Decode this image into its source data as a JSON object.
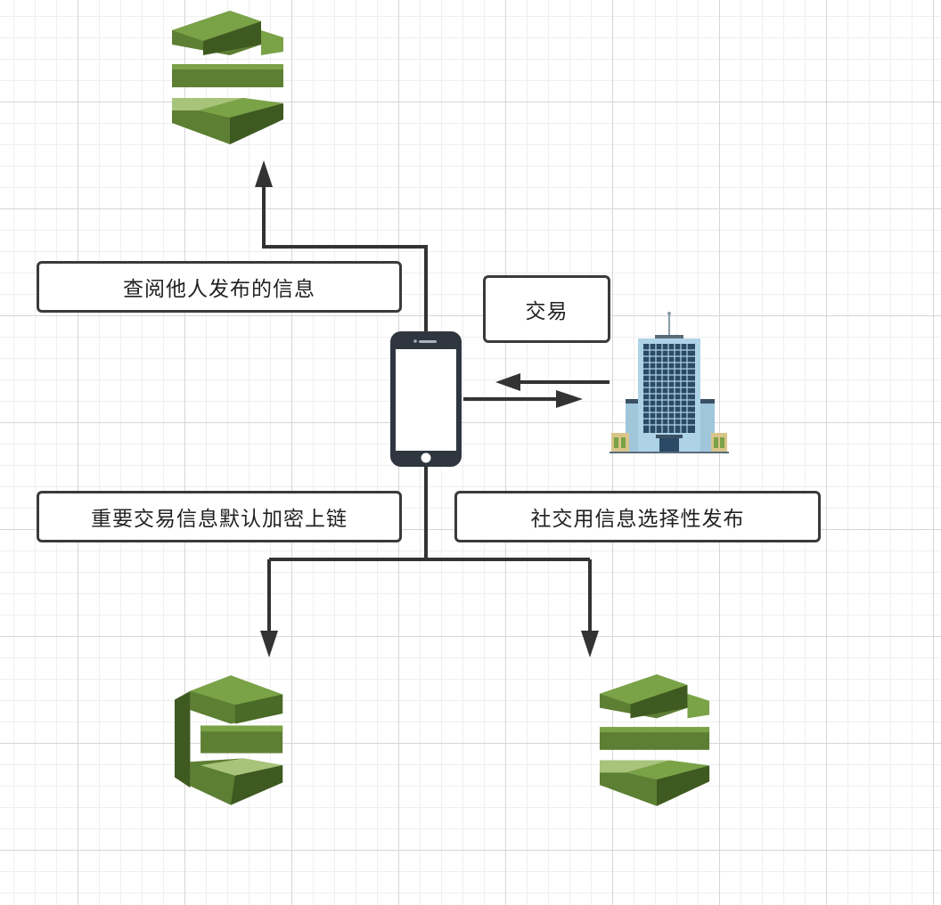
{
  "labels": {
    "view_others": "查阅他人发布的信息",
    "trade": "交易",
    "encrypt_chain": "重要交易信息默认加密上链",
    "social_publish": "社交用信息选择性发布"
  },
  "colors": {
    "connector": "#333333",
    "green_light": "#7aa247",
    "green_mid": "#5d7f33",
    "green_dark": "#3f5a21",
    "phone_body": "#2f3640",
    "building_glass": "#aed3e6",
    "building_window": "#2b4a66"
  },
  "icons": {
    "top_node": "database-stack-icon",
    "bottom_left_node": "database-stack-icon",
    "bottom_right_node": "database-stack-icon",
    "center_node": "smartphone-icon",
    "right_node": "office-building-icon"
  }
}
